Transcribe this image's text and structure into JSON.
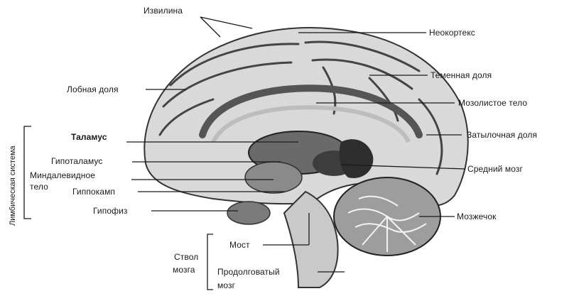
{
  "labels": {
    "gyrus": "Извилина",
    "neocortex": "Неокортекс",
    "frontal_lobe": "Лобная доля",
    "parietal_lobe": "Теменная доля",
    "corpus_callosum": "Мозолистое тело",
    "occipital_lobe": "Затылочная доля",
    "thalamus": "Таламус",
    "hypothalamus": "Гипоталамус",
    "amygdala_1": "Миндалевидное",
    "amygdala_2": "тело",
    "midbrain": "Средний мозг",
    "hippocampus": "Гиппокамп",
    "pituitary": "Гипофиз",
    "cerebellum": "Мозжечок",
    "pons": "Мост",
    "brainstem_1": "Ствол",
    "brainstem_2": "мозга",
    "medulla_1": "Продолговатый",
    "medulla_2": "мозг",
    "limbic_system": "Лимбическая система"
  }
}
